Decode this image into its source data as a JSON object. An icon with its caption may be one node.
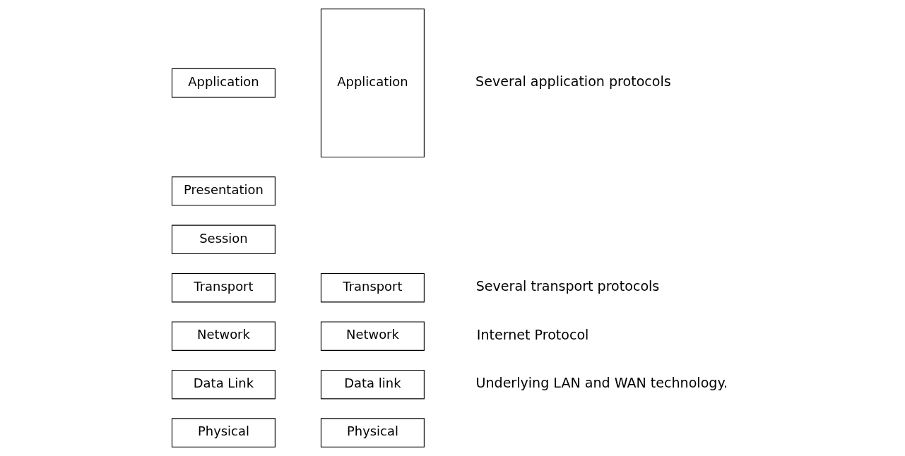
{
  "diagram": {
    "nodes": [
      {
        "text": [
          "Application"
        ]
      },
      {
        "text": [
          "Presentation"
        ]
      },
      {
        "text": [
          "Session"
        ]
      },
      {
        "text": [
          "Transport"
        ]
      },
      {
        "text": [
          "Network"
        ]
      },
      {
        "text": [
          "Data Link"
        ]
      },
      {
        "text": [
          "Physical"
        ]
      },
      {
        "text": [
          "Application"
        ]
      },
      {
        "text": [
          "Transport"
        ]
      },
      {
        "text": [
          "Network"
        ]
      },
      {
        "text": [
          "Data link"
        ]
      },
      {
        "text": [
          "Physical"
        ]
      }
    ],
    "edges": [],
    "labels": [
      "Several application protocols",
      "Several transport protocols",
      "Internet Protocol",
      "Underlying LAN and WAN technology."
    ]
  }
}
